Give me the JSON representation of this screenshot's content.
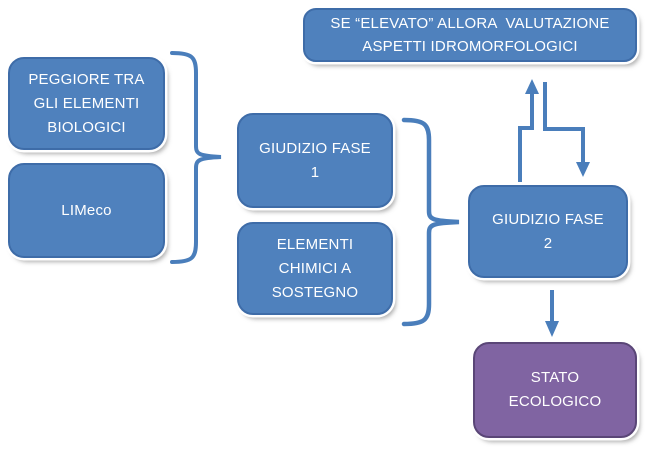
{
  "diagram": {
    "title": "Flowchart: procedura di classificazione dello stato ecologico",
    "colors": {
      "box_fill": "#4f81bd",
      "box_border": "#3e6ca8",
      "purple_fill": "#8064a2",
      "purple_border": "#5a4677",
      "connector": "#4a7ebb",
      "text": "#ffffff",
      "background": "#ffffff"
    },
    "boxes": {
      "elevated_note": {
        "lines": [
          "SE “ELEVATO” ALLORA  VALUTAZIONE",
          "ASPETTI IDROMORFOLOGICI"
        ]
      },
      "worst_biological": {
        "lines": [
          "PEGGIORE TRA",
          "GLI ELEMENTI",
          "BIOLOGICI"
        ]
      },
      "limeco": {
        "lines": [
          "LIMeco"
        ]
      },
      "phase1": {
        "lines": [
          "GIUDIZIO FASE",
          "1"
        ]
      },
      "chemical": {
        "lines": [
          "ELEMENTI",
          "CHIMICI A",
          "SOSTEGNO"
        ]
      },
      "phase2": {
        "lines": [
          "GIUDIZIO FASE",
          "2"
        ]
      },
      "ecological_status": {
        "lines": [
          "STATO",
          "ECOLOGICO"
        ]
      }
    }
  }
}
